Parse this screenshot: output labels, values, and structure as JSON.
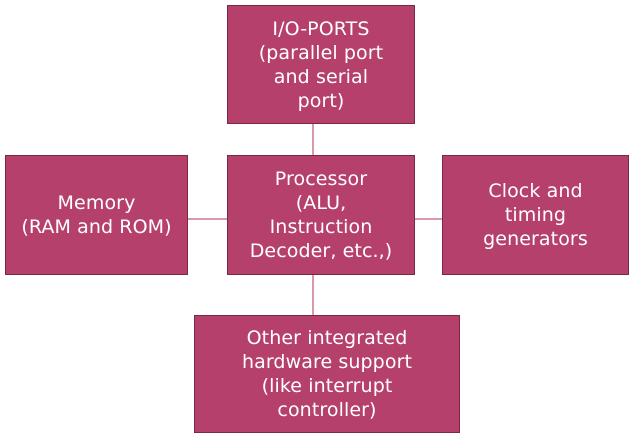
{
  "diagram": {
    "nodes": {
      "io_ports": {
        "label": "I/O-PORTS\n(parallel port\nand serial\nport)"
      },
      "processor": {
        "label": "Processor\n(ALU,\nInstruction\nDecoder, etc.,)"
      },
      "memory": {
        "label": "Memory\n(RAM and ROM)"
      },
      "clock": {
        "label": "Clock and\ntiming\ngenerators"
      },
      "other_hw": {
        "label": "Other integrated\nhardware support\n(like interrupt\ncontroller)"
      }
    },
    "edges": [
      {
        "from": "processor",
        "to": "io_ports"
      },
      {
        "from": "processor",
        "to": "memory"
      },
      {
        "from": "processor",
        "to": "clock"
      },
      {
        "from": "processor",
        "to": "other_hw"
      }
    ],
    "colors": {
      "node_fill": "#b5406c",
      "node_border": "#7a2748",
      "node_text": "#ffffff",
      "connector": "#d79aad"
    }
  }
}
